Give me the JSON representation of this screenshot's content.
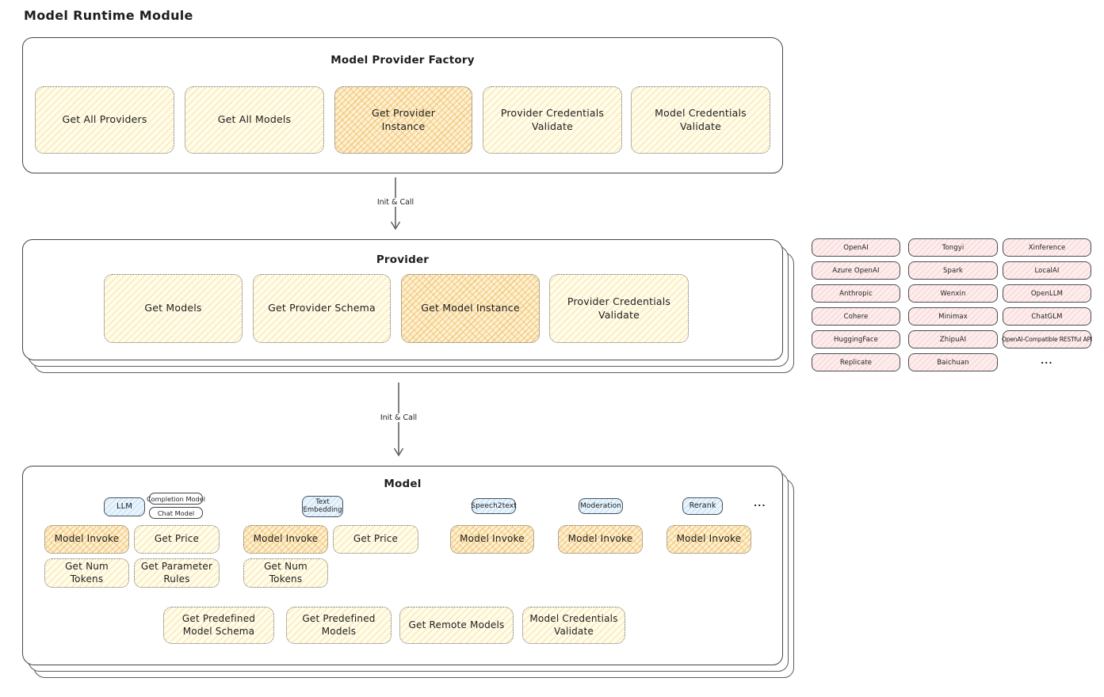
{
  "page_title": "Model Runtime Module",
  "arrow_label": "Init & Call",
  "colors": {
    "chip_yellow_bg": "#fffcec",
    "chip_yellow_hatch": "#f4d26e",
    "chip_orange_hatch": "#f0b855",
    "provider_pink_bg": "#fdeded",
    "tab_blue_bg": "#e9f4fc",
    "border_dark": "#43464b"
  },
  "factory": {
    "title": "Model Provider Factory",
    "buttons": [
      {
        "label": "Get All Providers",
        "highlighted": false
      },
      {
        "label": "Get All Models",
        "highlighted": false
      },
      {
        "label": "Get Provider Instance",
        "highlighted": true
      },
      {
        "label": "Provider Credentials Validate",
        "highlighted": false
      },
      {
        "label": "Model Credentials Validate",
        "highlighted": false
      }
    ]
  },
  "provider": {
    "title": "Provider",
    "buttons": [
      {
        "label": "Get Models",
        "highlighted": false
      },
      {
        "label": "Get Provider Schema",
        "highlighted": false
      },
      {
        "label": "Get Model Instance",
        "highlighted": true
      },
      {
        "label": "Provider Credentials Validate",
        "highlighted": false
      }
    ]
  },
  "provider_list": {
    "col1": [
      "OpenAI",
      "Azure OpenAI",
      "Anthropic",
      "Cohere",
      "HuggingFace",
      "Replicate"
    ],
    "col2": [
      "Tongyi",
      "Spark",
      "Wenxin",
      "Minimax",
      "ZhipuAI",
      "Baichuan"
    ],
    "col3": [
      "Xinference",
      "LocalAI",
      "OpenLLM",
      "ChatGLM",
      "OpenAI-Compatible RESTful API"
    ],
    "more": "..."
  },
  "model": {
    "title": "Model",
    "tabs": {
      "llm": "LLM",
      "completion_model": "Completion Model",
      "chat_model": "Chat Model",
      "text_embedding": "Text Embedding",
      "speech2text": "Speech2text",
      "moderation": "Moderation",
      "rerank": "Rerank",
      "more": "..."
    },
    "buttons": {
      "model_invoke": "Model Invoke",
      "get_price": "Get Price",
      "get_num_tokens": "Get Num Tokens",
      "get_parameter_rules": "Get Parameter Rules"
    },
    "bottom_buttons": [
      "Get Predefined Model Schema",
      "Get Predefined Models",
      "Get Remote Models",
      "Model Credentials Validate"
    ]
  }
}
